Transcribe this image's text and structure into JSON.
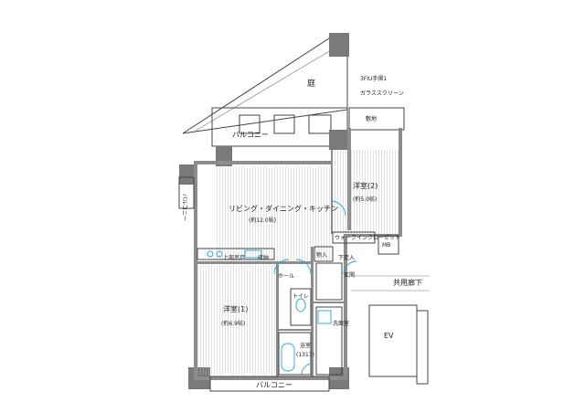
{
  "rooms": {
    "garden": "庭",
    "balcony_top": "バルコニー",
    "entrance_garden": "敷地",
    "ldk": "リビング・ダイニング・キッチン",
    "ldk_size": "(約12.0帖)",
    "western2": "洋室(2)",
    "western2_size": "(約5.0帖)",
    "western1": "洋室(1)",
    "western1_size": "(約6.9帖)",
    "hall": "ホール",
    "storage": "物入",
    "entrance": "玄関",
    "toilet": "トイレ",
    "washroom": "洗面室",
    "bath": "浴室",
    "bath_size": "(1317)",
    "balcony_bottom": "バルコニー",
    "balcony_side": "バルコニー",
    "walk_in": "ウォークインクローゼット",
    "mb": "MB",
    "ev": "EV",
    "corridor": "共用廊下"
  },
  "notes": {
    "note1": "3FIU手摺1",
    "note2": "ガラススクリーン",
    "note3": "上部吊戸",
    "note4": "収納",
    "note5": "下足入"
  },
  "colors": {
    "wall": "#8c8c8c",
    "accent": "#1ea7d6",
    "line": "#444444"
  }
}
